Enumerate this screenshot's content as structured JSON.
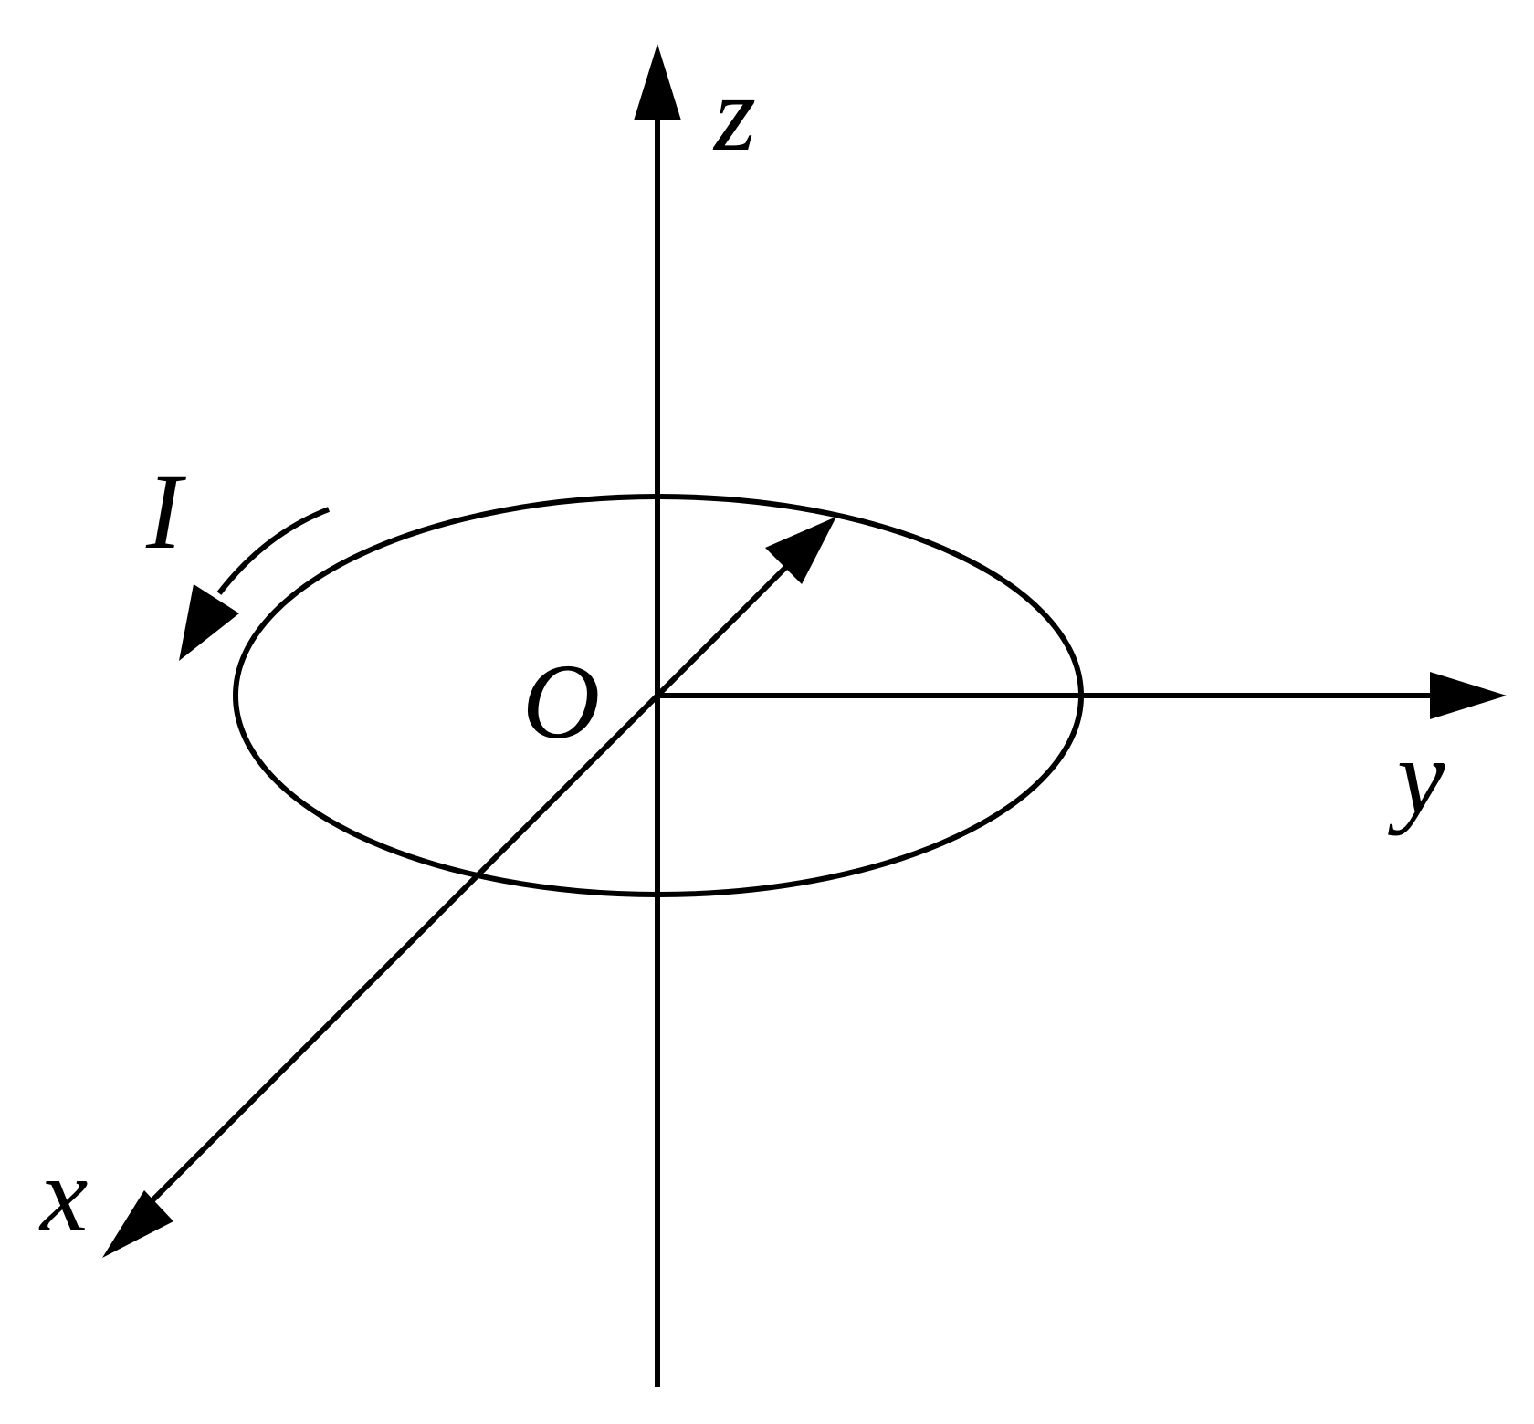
{
  "labels": {
    "z_axis": "z",
    "y_axis": "y",
    "x_axis": "x",
    "origin": "O",
    "current": "I"
  },
  "colors": {
    "stroke": "#000000",
    "background": "#ffffff"
  }
}
